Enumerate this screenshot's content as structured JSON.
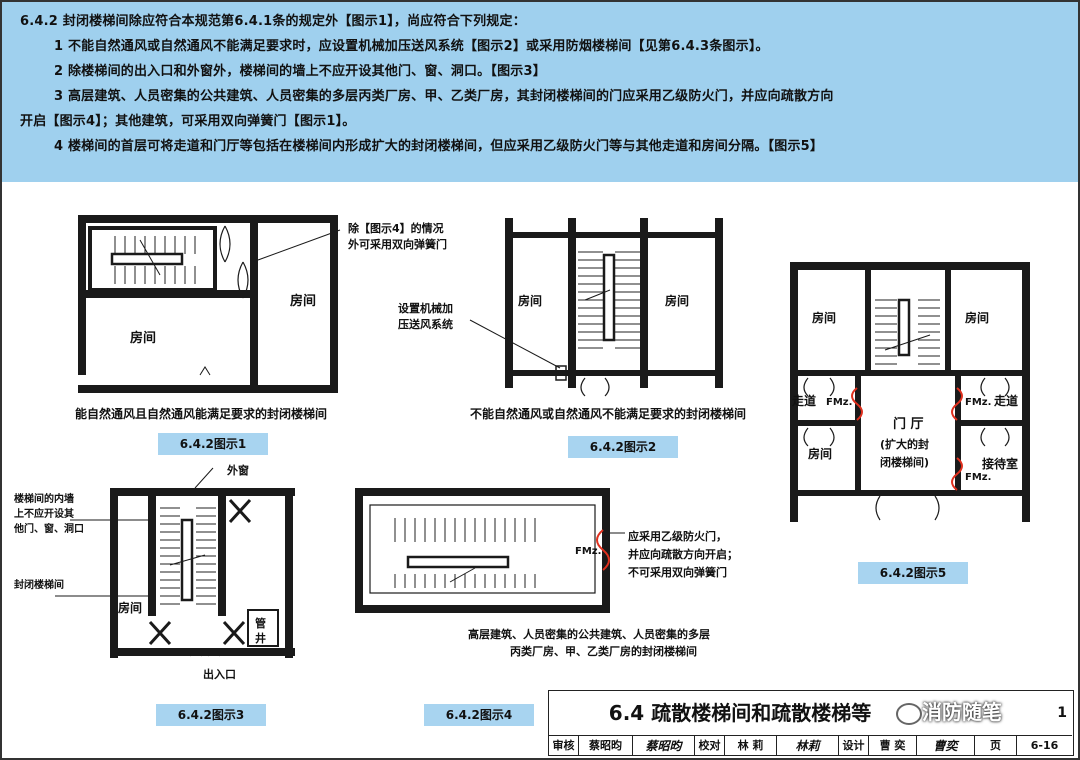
{
  "header": {
    "lines": [
      "6.4.2  封闭楼梯间除应符合本规范第6.4.1条的规定外【图示1】，尚应符合下列规定：",
      "1  不能自然通风或自然通风不能满足要求时，应设置机械加压送风系统【图示2】或采用防烟楼梯间【见第6.4.3条图示】。",
      "2  除楼梯间的出入口和外窗外，楼梯间的墙上不应开设其他门、窗、洞口。【图示3】",
      "3  高层建筑、人员密集的公共建筑、人员密集的多层丙类厂房、甲、乙类厂房，其封闭楼梯间的门应采用乙级防火门，并应向疏散方向",
      "开启【图示4】；其他建筑，可采用双向弹簧门【图示1】。",
      "4  楼梯间的首层可将走道和门厅等包括在楼梯间内形成扩大的封闭楼梯间，但应采用乙级防火门等与其他走道和房间分隔。【图示5】"
    ]
  },
  "fig1": {
    "badge": "6.4.2图示1",
    "caption": "能自然通风且自然通风能满足要求的封闭楼梯间",
    "note_line1": "除【图示4】的情况",
    "note_line2": "外可采用双向弹簧门",
    "room_label": "房间"
  },
  "fig2": {
    "badge": "6.4.2图示2",
    "caption": "不能自然通风或自然通风不能满足要求的封闭楼梯间",
    "note_line1": "设置机械加",
    "note_line2": "压送风系统",
    "room_label": "房间"
  },
  "fig3": {
    "badge": "6.4.2图示3",
    "window_label": "外窗",
    "note_line1": "楼梯间的内墙",
    "note_line2": "上不应开设其",
    "note_line3": "他门、窗、洞口",
    "enclosed_label": "封闭楼梯间",
    "room_label": "房间",
    "shaft_line1": "管",
    "shaft_line2": "井",
    "entrance_label": "出入口"
  },
  "fig4": {
    "badge": "6.4.2图示4",
    "door_code": "FMz.",
    "note_line1": "应采用乙级防火门，",
    "note_line2": "并应向疏散方向开启；",
    "note_line3": "不可采用双向弹簧门",
    "caption_line1": "高层建筑、人员密集的公共建筑、人员密集的多层",
    "caption_line2": "丙类厂房、甲、乙类厂房的封闭楼梯间"
  },
  "fig5": {
    "badge": "6.4.2图示5",
    "room_label": "房间",
    "corridor_label": "走道",
    "door_code": "FMz.",
    "hall_line1": "门  厅",
    "hall_line2": "(扩大的封",
    "hall_line3": "闭楼梯间)",
    "reception_label": "接待室"
  },
  "title_block": {
    "title": "6.4  疏散楼梯间和疏散楼梯等",
    "watermark": "消防随笔",
    "code": "1",
    "review_label": "审核",
    "reviewer": "蔡昭昀",
    "reviewer_sig": "蔡昭昀",
    "check_label": "校对",
    "checker": "林  莉",
    "checker_sig": "林莉",
    "design_label": "设计",
    "designer": "曹  奕",
    "designer_sig": "曹奕",
    "page_label": "页",
    "page": "6-16"
  },
  "colors": {
    "header_bg": "#9fd0ee",
    "badge_bg": "#a8d4f0",
    "door_red": "#e0301e",
    "line": "#1a1a1a"
  }
}
